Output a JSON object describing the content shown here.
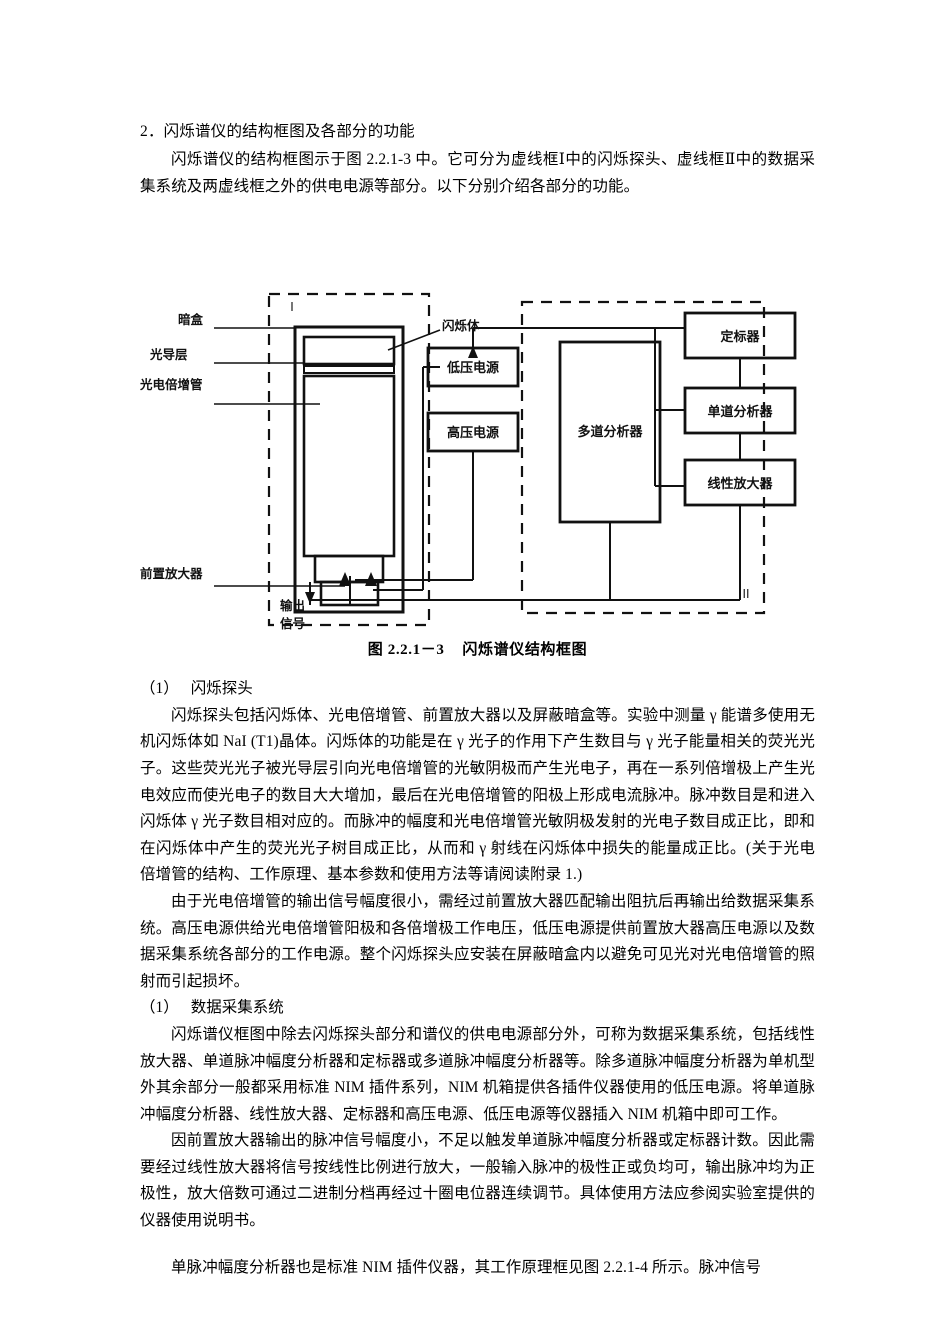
{
  "document": {
    "section_heading": "2．闪烁谱仪的结构框图及各部分的功能",
    "intro_paragraph": "闪烁谱仪的结构框图示于图 2.2.1-3 中。它可分为虚线框Ⅰ中的闪烁探头、虚线框Ⅱ中的数据采集系统及两虚线框之外的供电电源等部分。以下分别介绍各部分的功能。",
    "figure": {
      "caption_label": "图 2.2.1－3",
      "caption_title": "闪烁谱仪结构框图",
      "region_labels": {
        "region_one": "Ⅰ",
        "region_two": "Ⅱ"
      },
      "callouts": {
        "dark_box": "暗盒",
        "light_guide": "光导层",
        "photomultiplier": "光电倍增管",
        "preamplifier": "前置放大器",
        "scintillator": "闪烁体",
        "output_signal_line1": "输出",
        "output_signal_line2": "信号"
      },
      "blocks": [
        {
          "id": "low-voltage-supply",
          "label": "低压电源"
        },
        {
          "id": "high-voltage-supply",
          "label": "高压电源"
        },
        {
          "id": "multichannel-analyzer",
          "label": "多道分析器"
        },
        {
          "id": "scaler",
          "label": "定标器"
        },
        {
          "id": "single-channel-analyzer",
          "label": "单道分析器"
        },
        {
          "id": "linear-amplifier",
          "label": "线性放大器"
        }
      ]
    },
    "subsections": [
      {
        "number": "（1）",
        "title": "闪烁探头",
        "paragraphs": [
          "闪烁探头包括闪烁体、光电倍增管、前置放大器以及屏蔽暗盒等。实验中测量 γ 能谱多使用无机闪烁体如 NaI (T1)晶体。闪烁体的功能是在 γ 光子的作用下产生数目与 γ 光子能量相关的荧光光子。这些荧光光子被光导层引向光电倍增管的光敏阴极而产生光电子，再在一系列倍增极上产生光电效应而使光电子的数目大大增加，最后在光电倍增管的阳极上形成电流脉冲。脉冲数目是和进入闪烁体 γ 光子数目相对应的。而脉冲的幅度和光电倍增管光敏阴极发射的光电子数目成正比，即和在闪烁体中产生的荧光光子树目成正比，从而和 γ 射线在闪烁体中损失的能量成正比。(关于光电倍增管的结构、工作原理、基本参数和使用方法等请阅读附录 1.)",
          "由于光电倍增管的输出信号幅度很小，需经过前置放大器匹配输出阻抗后再输出给数据采集系统。高压电源供给光电倍增管阳极和各倍增极工作电压，低压电源提供前置放大器高压电源以及数据采集系统各部分的工作电源。整个闪烁探头应安装在屏蔽暗盒内以避免可见光对光电倍增管的照射而引起损坏。"
        ]
      },
      {
        "number": "（1）",
        "title": "数据采集系统",
        "paragraphs": [
          "闪烁谱仪框图中除去闪烁探头部分和谱仪的供电电源部分外，可称为数据采集系统，包括线性放大器、单道脉冲幅度分析器和定标器或多道脉冲幅度分析器等。除多道脉冲幅度分析器为单机型外其余部分一般都采用标准 NIM 插件系列，NIM 机箱提供各插件仪器使用的低压电源。将单道脉冲幅度分析器、线性放大器、定标器和高压电源、低压电源等仪器插入 NIM 机箱中即可工作。",
          "因前置放大器输出的脉冲信号幅度小，不足以触发单道脉冲幅度分析器或定标器计数。因此需要经过线性放大器将信号按线性比例进行放大，一般输入脉冲的极性正或负均可，输出脉冲均为正极性，放大倍数可通过二进制分档再经过十圈电位器连续调节。具体使用方法应参阅实验室提供的仪器使用说明书。",
          "单脉冲幅度分析器也是标准 NIM 插件仪器，其工作原理框见图 2.2.1-4 所示。脉冲信号"
        ]
      }
    ]
  }
}
